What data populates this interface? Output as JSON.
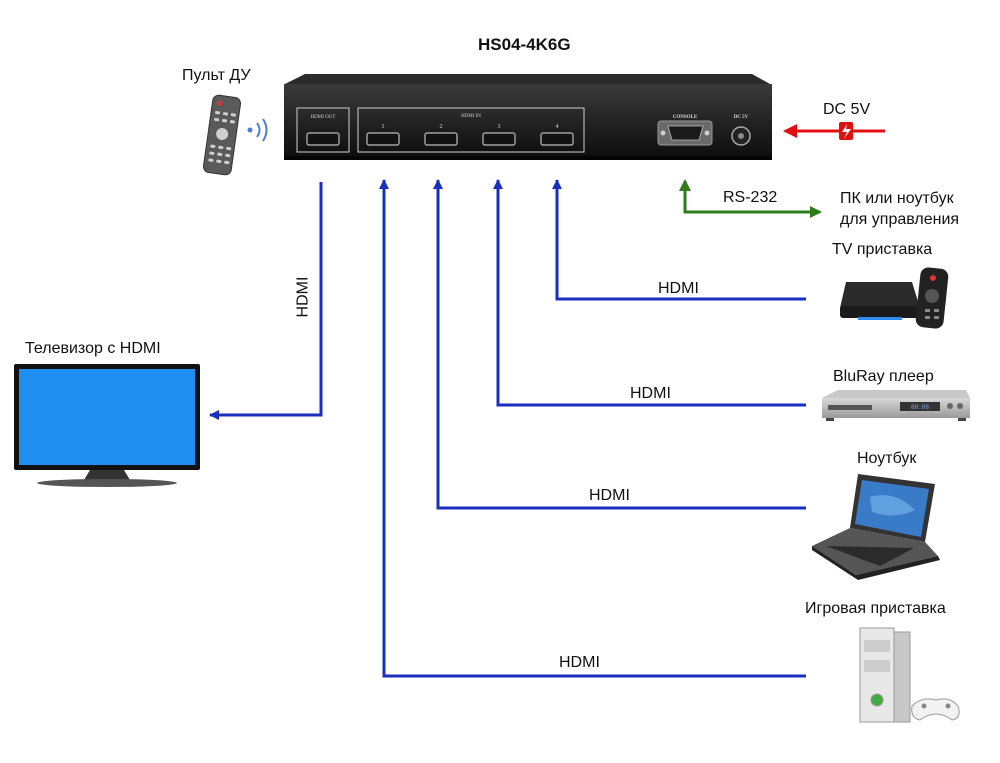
{
  "device": {
    "model": "HS04-4K6G",
    "panel_out_label": "HDMI OUT",
    "panel_in_label": "HDMI IN",
    "port_numbers": [
      "1",
      "2",
      "3",
      "4"
    ],
    "console_label": "CONSOLE",
    "dc_label": "DC 5V"
  },
  "remote": {
    "label": "Пульт ДУ"
  },
  "power": {
    "label": "DC 5V"
  },
  "control": {
    "line_label": "RS-232",
    "label_line1": "ПК или ноутбук",
    "label_line2": "для управления"
  },
  "output": {
    "label": "Телевизор с HDMI",
    "cable_label": "HDMI"
  },
  "sources": [
    {
      "label": "TV приставка",
      "cable_label": "HDMI",
      "icon": "tv-box-icon"
    },
    {
      "label": "BluRay плеер",
      "cable_label": "HDMI",
      "icon": "bluray-player-icon"
    },
    {
      "label": "Ноутбук",
      "cable_label": "HDMI",
      "icon": "laptop-icon"
    },
    {
      "label": "Игровая приставка",
      "cable_label": "HDMI",
      "icon": "game-console-icon"
    }
  ],
  "colors": {
    "hdmi_line": "#1a2fbf",
    "rs232_line": "#2e7d1a",
    "power_line": "#e01010",
    "tv_screen": "#1e8ff0"
  }
}
